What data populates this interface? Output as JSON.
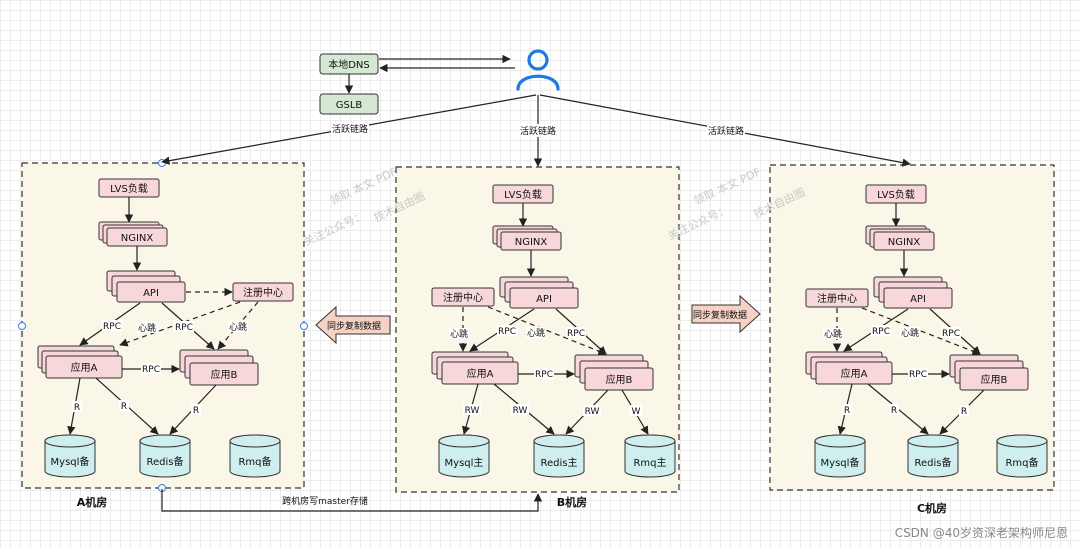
{
  "top": {
    "local_dns": "本地DNS",
    "gslb": "GSLB",
    "active_link": "活跃链路"
  },
  "rooms": {
    "a": {
      "title": "A机房",
      "lvs": "LVS负载",
      "nginx": "NGINX",
      "api": "API",
      "registry": "注册中心",
      "app_a": "应用A",
      "app_b": "应用B",
      "mysql": "Mysql备",
      "redis": "Redis备",
      "rmq": "Rmq备"
    },
    "b": {
      "title": "B机房",
      "lvs": "LVS负载",
      "nginx": "NGINX",
      "api": "API",
      "registry": "注册中心",
      "app_a": "应用A",
      "app_b": "应用B",
      "mysql": "Mysql主",
      "redis": "Redis主",
      "rmq": "Rmq主"
    },
    "c": {
      "title": "C机房",
      "lvs": "LVS负载",
      "nginx": "NGINX",
      "api": "API",
      "registry": "注册中心",
      "app_a": "应用A",
      "app_b": "应用B",
      "mysql": "Mysql备",
      "redis": "Redis备",
      "rmq": "Rmq备"
    }
  },
  "edge_labels": {
    "rpc": "RPC",
    "heartbeat": "心跳",
    "read": "R",
    "read_write": "RW",
    "write": "W"
  },
  "sync_label": "同步复制数据",
  "cross_write_label": "跨机房写master存储",
  "watermark": {
    "line1": "领取 本文 PDF",
    "line2a": "关注公众号：",
    "line2b": "技术自由圈"
  },
  "footer_credit": "CSDN @40岁资深老架构师尼恩",
  "colors": {
    "node_pink": "#f8d7da",
    "node_green": "#d5e8d4",
    "db": "#cfeeee",
    "room_bg": "#fbf7e8",
    "user_icon": "#1f7ae0",
    "sync_arrow": "#f6d2c5"
  }
}
